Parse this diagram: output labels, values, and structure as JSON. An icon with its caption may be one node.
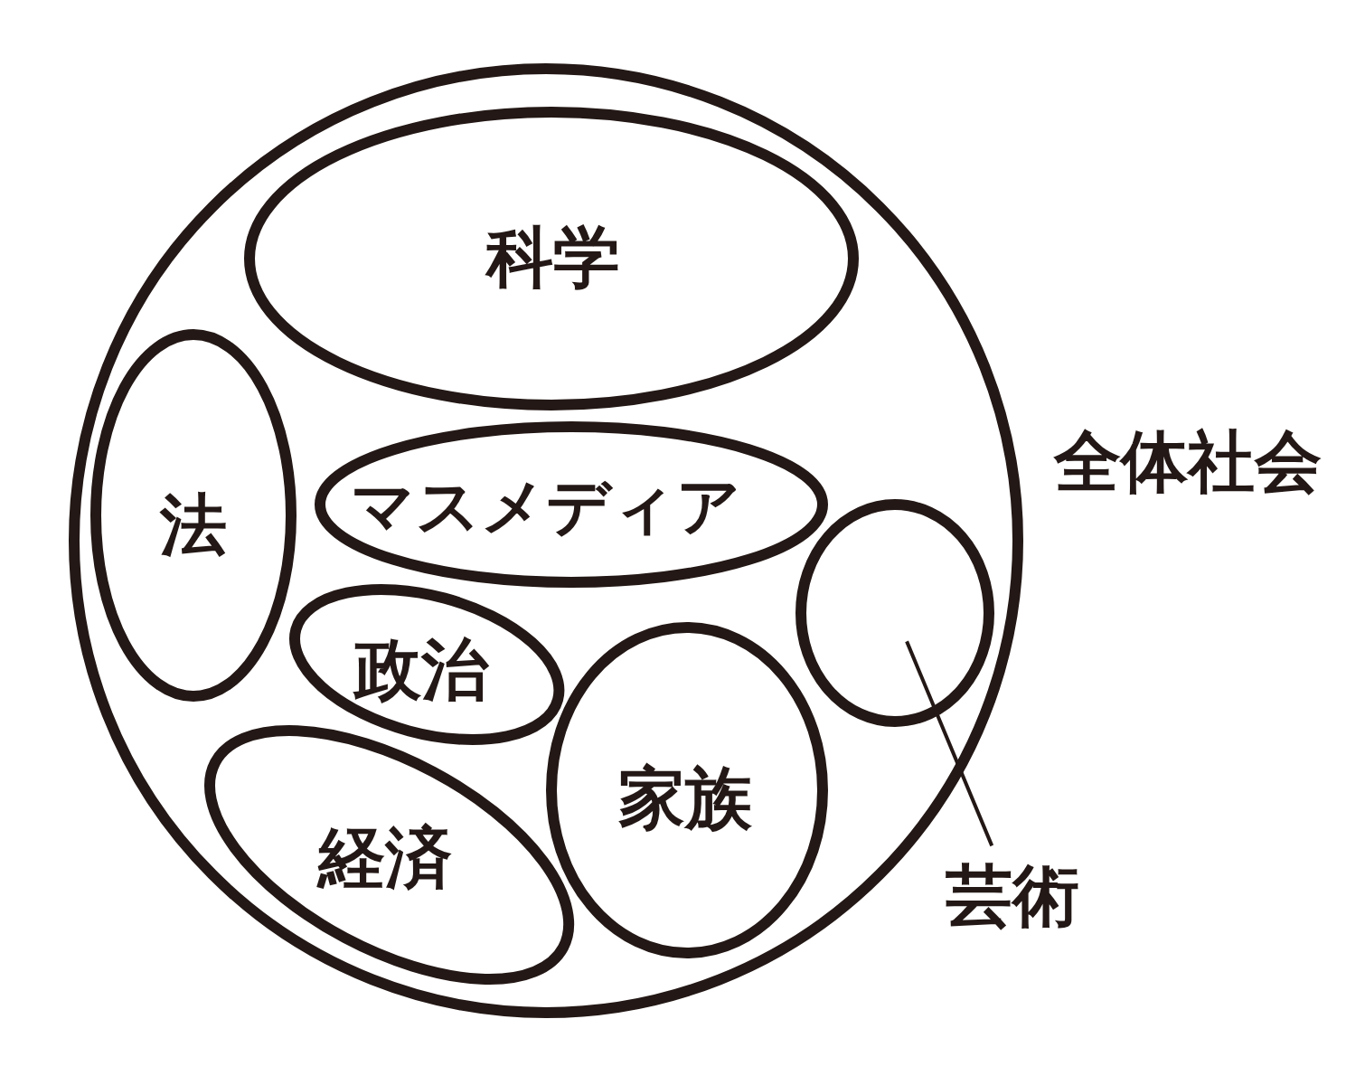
{
  "diagram": {
    "nodes": [
      {
        "text": [
          "全体社会"
        ]
      },
      {
        "text": [
          "科学"
        ],
        "in": 0
      },
      {
        "text": [
          "法"
        ],
        "in": 0
      },
      {
        "text": [
          "マスメディア"
        ],
        "in": 0
      },
      {
        "text": [],
        "shape": "circle",
        "in": 0
      },
      {
        "text": [
          "政治"
        ],
        "in": 0
      },
      {
        "text": [
          "家族"
        ],
        "in": 0
      },
      {
        "text": [
          "経済"
        ],
        "in": 0
      },
      {
        "text": [
          "芸術"
        ]
      }
    ],
    "edges": [
      {
        "from": 8,
        "to": 4,
        "arrow": "none"
      }
    ]
  }
}
